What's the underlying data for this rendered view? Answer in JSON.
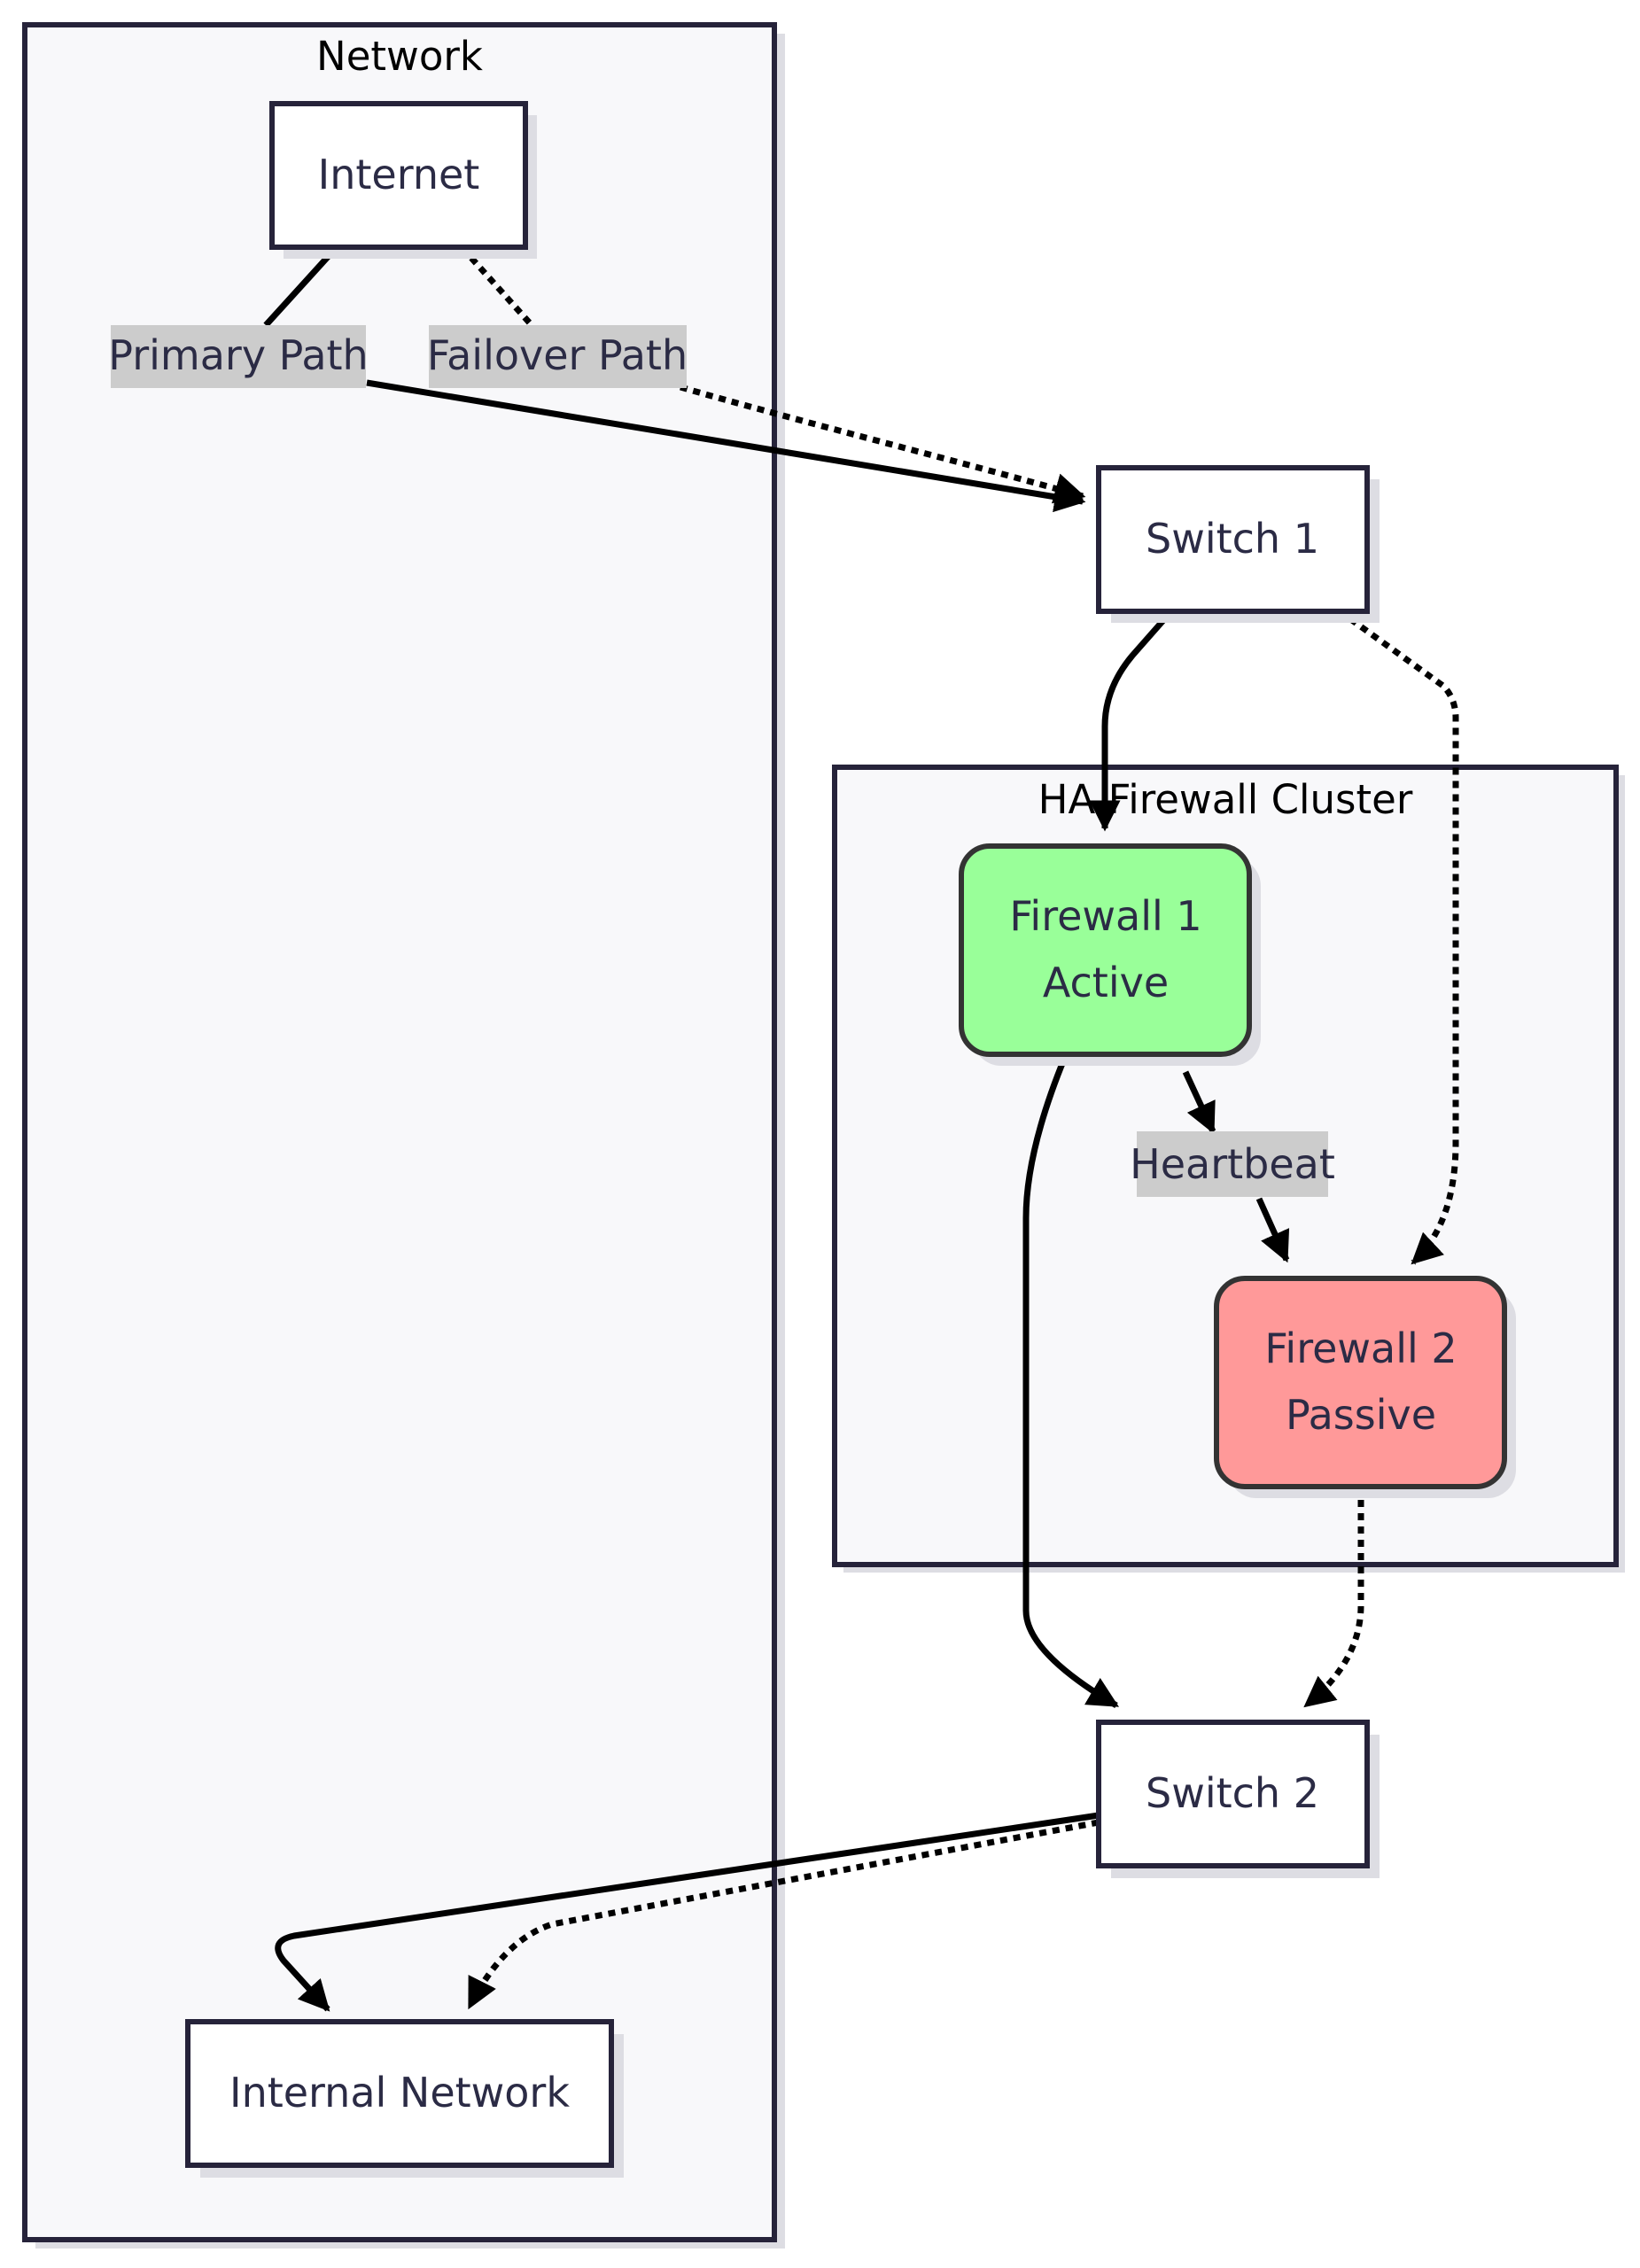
{
  "diagram": {
    "clusters": [
      {
        "id": "network",
        "label": "Network"
      },
      {
        "id": "ha",
        "label": "HA Firewall Cluster"
      }
    ],
    "nodes": [
      {
        "id": "internet",
        "lines": [
          "Internet"
        ],
        "fill": "#ffffff"
      },
      {
        "id": "switch1",
        "lines": [
          "Switch 1"
        ],
        "fill": "#ffffff"
      },
      {
        "id": "fw1",
        "lines": [
          "Firewall 1",
          "Active"
        ],
        "fill": "#99ff99"
      },
      {
        "id": "fw2",
        "lines": [
          "Firewall 2",
          "Passive"
        ],
        "fill": "#ff9999"
      },
      {
        "id": "switch2",
        "lines": [
          "Switch 2"
        ],
        "fill": "#ffffff"
      },
      {
        "id": "internal",
        "lines": [
          "Internal Network"
        ],
        "fill": "#ffffff"
      }
    ],
    "edge_labels": [
      {
        "id": "primary",
        "text": "Primary Path"
      },
      {
        "id": "failover",
        "text": "Failover Path"
      },
      {
        "id": "heartbeat",
        "text": "Heartbeat"
      }
    ],
    "colors": {
      "cluster_fill": "#f8f8fa",
      "border": "#26233a",
      "edge": "#000000",
      "label_bg": "#cccccc",
      "shadow": "#dddde3"
    }
  }
}
